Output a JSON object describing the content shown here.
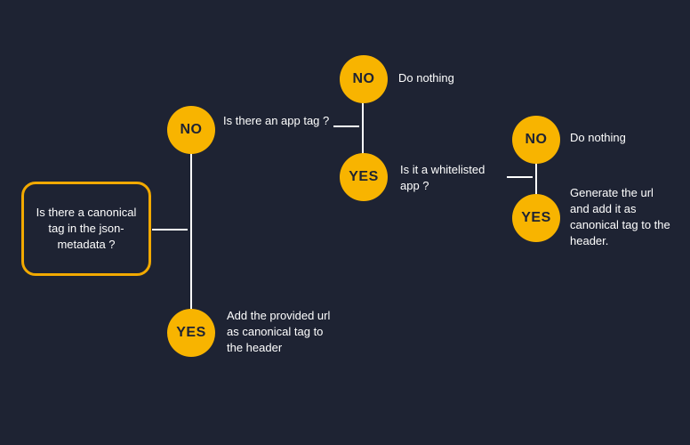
{
  "colors": {
    "background": "#1e2333",
    "accent": "#f8b400",
    "box_border": "#f2a900",
    "line": "#ffffff"
  },
  "start": {
    "question": "Is there a canonical tag in the json-metadata ?"
  },
  "branch1": {
    "no_label": "NO",
    "yes_label": "YES",
    "no_text": "Is there an app tag ?",
    "yes_text": "Add the provided url as canonical tag to the header"
  },
  "branch2": {
    "no_label": "NO",
    "yes_label": "YES",
    "no_text": "Do nothing",
    "yes_text": "Is it a whitelisted app ?"
  },
  "branch3": {
    "no_label": "NO",
    "yes_label": "YES",
    "no_text": "Do nothing",
    "yes_text": "Generate the url and add it as canonical tag to the header."
  }
}
